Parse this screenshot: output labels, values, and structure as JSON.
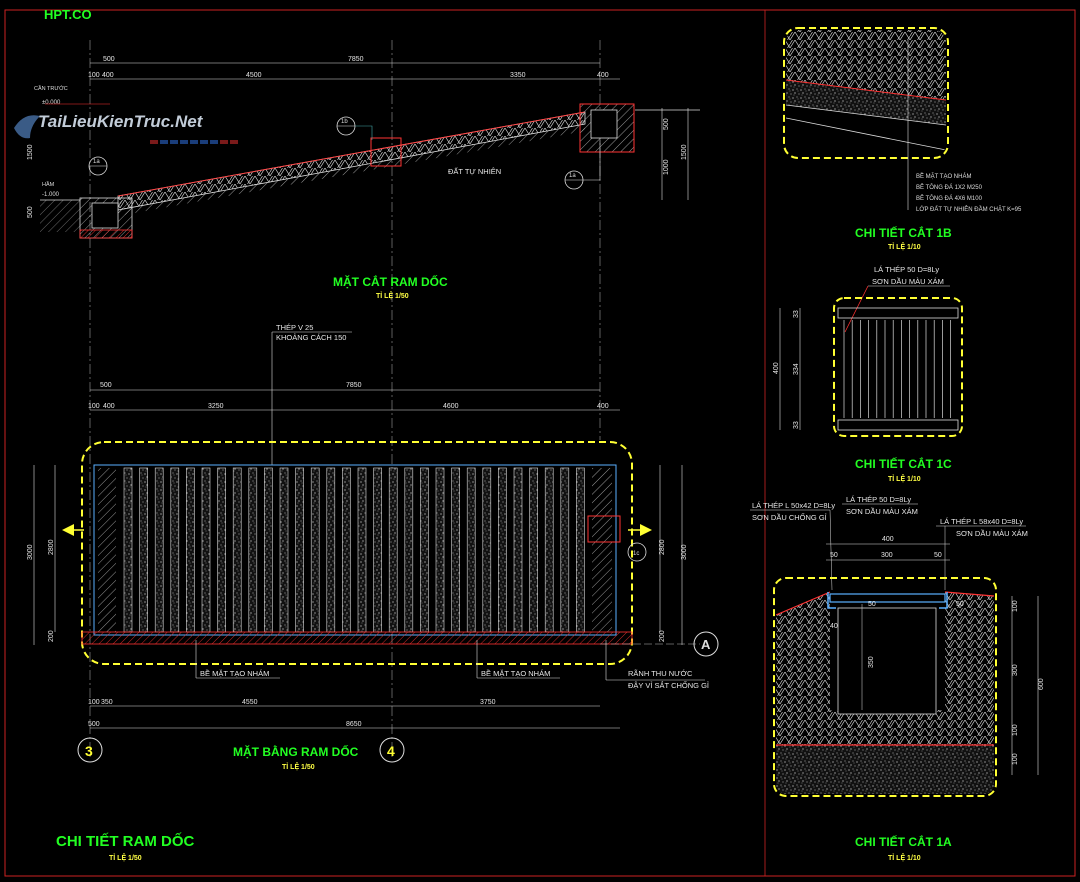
{
  "brand": {
    "logo_text": "HPT.CO",
    "watermark": "TaiLieuKienTruc.Net",
    "accent": "#22ff22",
    "scale_color": "#ffff44",
    "section_color": "#ff3333"
  },
  "section_drawing": {
    "title": "MẶT CẮT RAM DỐC",
    "scale": "TỈ LỆ 1/50",
    "top_dims": [
      "500",
      "7850"
    ],
    "sub_dims": [
      "100",
      "400",
      "4500",
      "3350",
      "400"
    ],
    "right_dims": [
      "500",
      "1000",
      "1500"
    ],
    "left_dims": [
      "1500",
      "500"
    ],
    "level_upper": "CẦN TRƯỚC",
    "level_upper_value": "±0.000",
    "level_lower": "HẦM",
    "level_lower_value": "-1.000",
    "soil": "ĐẤT TỰ NHIÊN",
    "callouts": [
      "1b",
      "1a",
      "1a"
    ]
  },
  "plan_drawing": {
    "title": "MẶT BẰNG RAM DỐC",
    "scale": "TỈ LỆ 1/50",
    "steel_note_1": "THÉP V 25",
    "steel_note_2": "KHOẢNG CÁCH 150",
    "top_dims": [
      "500",
      "7850"
    ],
    "sub_dims": [
      "100",
      "400",
      "3250",
      "4600",
      "400"
    ],
    "bottom_sub": [
      "100",
      "350",
      "4550",
      "3750"
    ],
    "bottom_total": [
      "500",
      "8650"
    ],
    "left_dims": [
      "3000",
      "2800",
      "200"
    ],
    "right_dims": [
      "2800",
      "3000",
      "200"
    ],
    "label_rough_1": "BỀ MẶT TẠO NHÁM",
    "label_rough_2": "BỀ MẶT TẠO NHÁM",
    "drain_1": "RÃNH THU NƯỚC",
    "drain_2": "ĐẬY VỈ SẮT CHỐNG GỈ",
    "grid_left": "3",
    "grid_right": "4",
    "grid_a": "A",
    "callout": "1c"
  },
  "detail_1b": {
    "title": "CHI TIẾT CẮT 1B",
    "scale": "TỈ LỆ 1/10",
    "layers": [
      "BỀ MẶT TẠO NHÁM",
      "BÊ TÔNG ĐÁ 1X2 M250",
      "BÊ TÔNG ĐÁ 4X6 M100",
      "LỚP ĐẤT TỰ NHIÊN ĐẦM CHẶT K=95"
    ]
  },
  "detail_1c": {
    "title": "CHI TIẾT CẮT 1C",
    "scale": "TỈ LỆ 1/10",
    "note_1": "LÁ THÉP 50 D=8Ly",
    "note_2": "SƠN DẦU MÀU XÁM",
    "dims": [
      "33",
      "334",
      "33",
      "400"
    ]
  },
  "detail_1a": {
    "title": "CHI TIẾT CẮT 1A",
    "scale": "TỈ LỆ 1/10",
    "note_left_1": "LÁ THÉP L 50x42 D=8Ly",
    "note_left_2": "SƠN DẦU CHỐNG GỈ",
    "note_mid_1": "LÁ THÉP 50 D=8Ly",
    "note_mid_2": "SƠN DẦU MÀU XÁM",
    "note_right_1": "LÁ THÉP L 58x40 D=8Ly",
    "note_right_2": "SƠN DẦU MÀU XÁM",
    "top_dims": [
      "400",
      "50",
      "300",
      "50"
    ],
    "inner_dims": [
      "50",
      "40",
      "50",
      "350"
    ],
    "right_dims": [
      "100",
      "300",
      "100",
      "100",
      "600"
    ]
  },
  "sheet": {
    "title": "CHI TIẾT RAM DỐC",
    "scale": "TỈ LỆ 1/50"
  }
}
